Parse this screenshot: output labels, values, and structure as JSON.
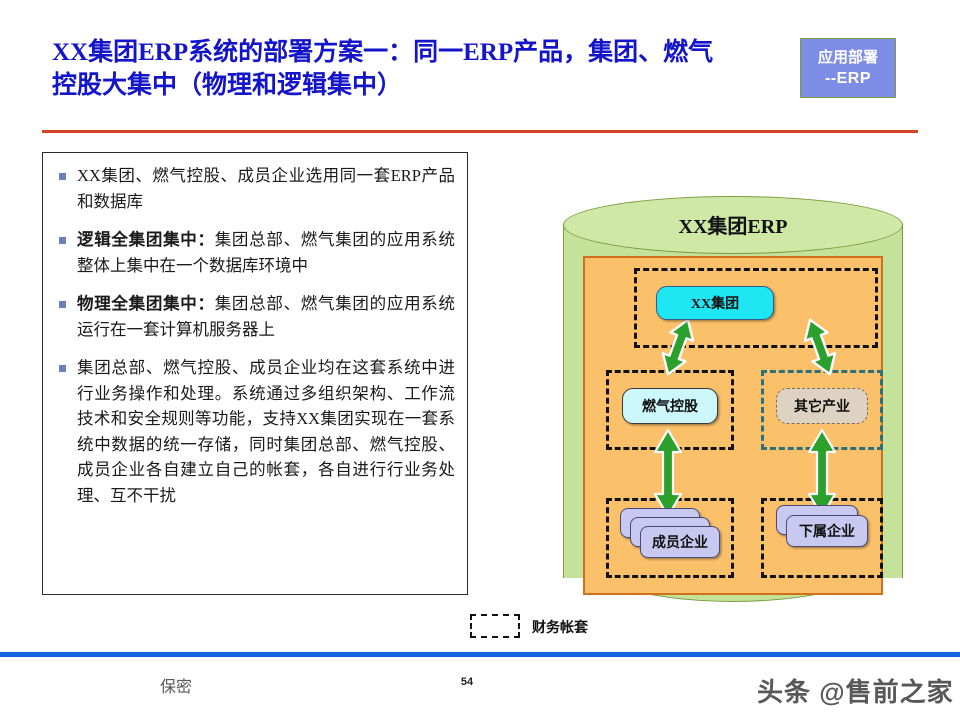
{
  "slide": {
    "title_line1": "XX集团ERP系统的部署方案一：同一ERP产品，集团、燃气",
    "title_line2": "控股大集中（物理和逻辑集中）",
    "title_color": "#1414c8",
    "rule_color": "#d1441f"
  },
  "badge": {
    "line1": "应用部署",
    "line2": "--ERP",
    "fill": "#7d8de6",
    "border": "#7c9a3e",
    "text_color": "#ffffff"
  },
  "bullets": [
    {
      "text": "XX集团、燃气控股、成员企业选用同一套ERP产品和数据库"
    },
    {
      "lead": "逻辑全集团集中：",
      "text": "集团总部、燃气集团的应用系统整体上集中在一个数据库环境中"
    },
    {
      "lead": "物理全集团集中：",
      "text": "集团总部、燃气集团的应用系统运行在一套计算机服务器上"
    },
    {
      "text": "集团总部、燃气控股、成员企业均在这套系统中进行业务操作和处理。系统通过多组织架构、工作流技术和安全规则等功能，支持XX集团实现在一套系统中数据的统一存储，同时集团总部、燃气控股、成员企业各自建立自己的帐套，各自进行行业务处理、互不干扰"
    }
  ],
  "diagram": {
    "cylinder_label": "XX集团ERP",
    "cylinder_fill": "#c5e29a",
    "cylinder_top_fill": "#cfe8a6",
    "cylinder_border": "#7a9c3e",
    "panel_fill": "#fbc06a",
    "panel_border": "#d1701a",
    "arrow_color": "#2ca02c",
    "nodes": {
      "group": "XX集团",
      "gas_holding": "燃气控股",
      "other_industry": "其它产业",
      "member_enterprise": "成员企业",
      "subordinate_enterprise": "下属企业"
    }
  },
  "legend": {
    "label": "财务帐套",
    "swatch_style": "dashed-black-rectangle"
  },
  "footer": {
    "left_text": "保密",
    "page_number": "54",
    "watermark": "头条 @售前之家",
    "bar_color": "#1263e0"
  }
}
